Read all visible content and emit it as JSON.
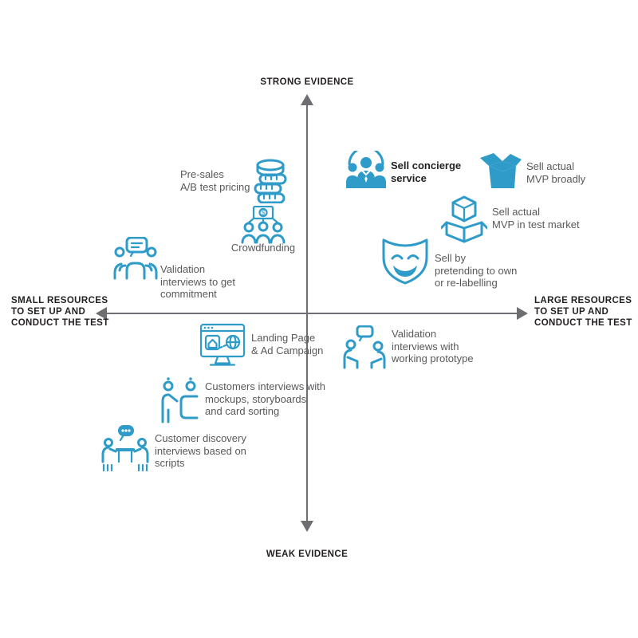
{
  "axes": {
    "top_label": "STRONG EVIDENCE",
    "bottom_label": "WEAK EVIDENCE",
    "left_label": "SMALL RESOURCES\nTO SET UP AND\nCONDUCT THE TEST",
    "right_label": "LARGE RESOURCES\nTO SET UP AND\nCONDUCT THE TEST"
  },
  "items": [
    {
      "label": "Pre-sales\nA/B test pricing",
      "icon": "coins-icon"
    },
    {
      "label": "Crowdfunding",
      "icon": "crowdfunding-icon"
    },
    {
      "label": "Validation\ninterviews to get\ncommitment",
      "icon": "group-speech-icon"
    },
    {
      "label": "Sell concierge\nservice",
      "icon": "concierge-people-icon",
      "emphasis": true
    },
    {
      "label": "Sell actual\nMVP broadly",
      "icon": "open-box-icon"
    },
    {
      "label": "Sell actual\nMVP in test market",
      "icon": "box-cube-icon"
    },
    {
      "label": "Sell by\npretending to own\nor re-labelling",
      "icon": "theater-mask-icon"
    },
    {
      "label": "Landing Page\n& Ad Campaign",
      "icon": "landing-page-icon"
    },
    {
      "label": "Validation\ninterviews with\nworking prototype",
      "icon": "prototype-interview-icon"
    },
    {
      "label": "Customers interviews with\nmockups, storyboards\nand card sorting",
      "icon": "mockup-interview-icon"
    },
    {
      "label": "Customer discovery\ninterviews based on\nscripts",
      "icon": "scripted-interview-icon"
    }
  ],
  "colors": {
    "icon_blue": "#2E9BC9",
    "text_gray": "#58595B",
    "axis_gray": "#6D6E71",
    "label_black": "#231F20"
  }
}
